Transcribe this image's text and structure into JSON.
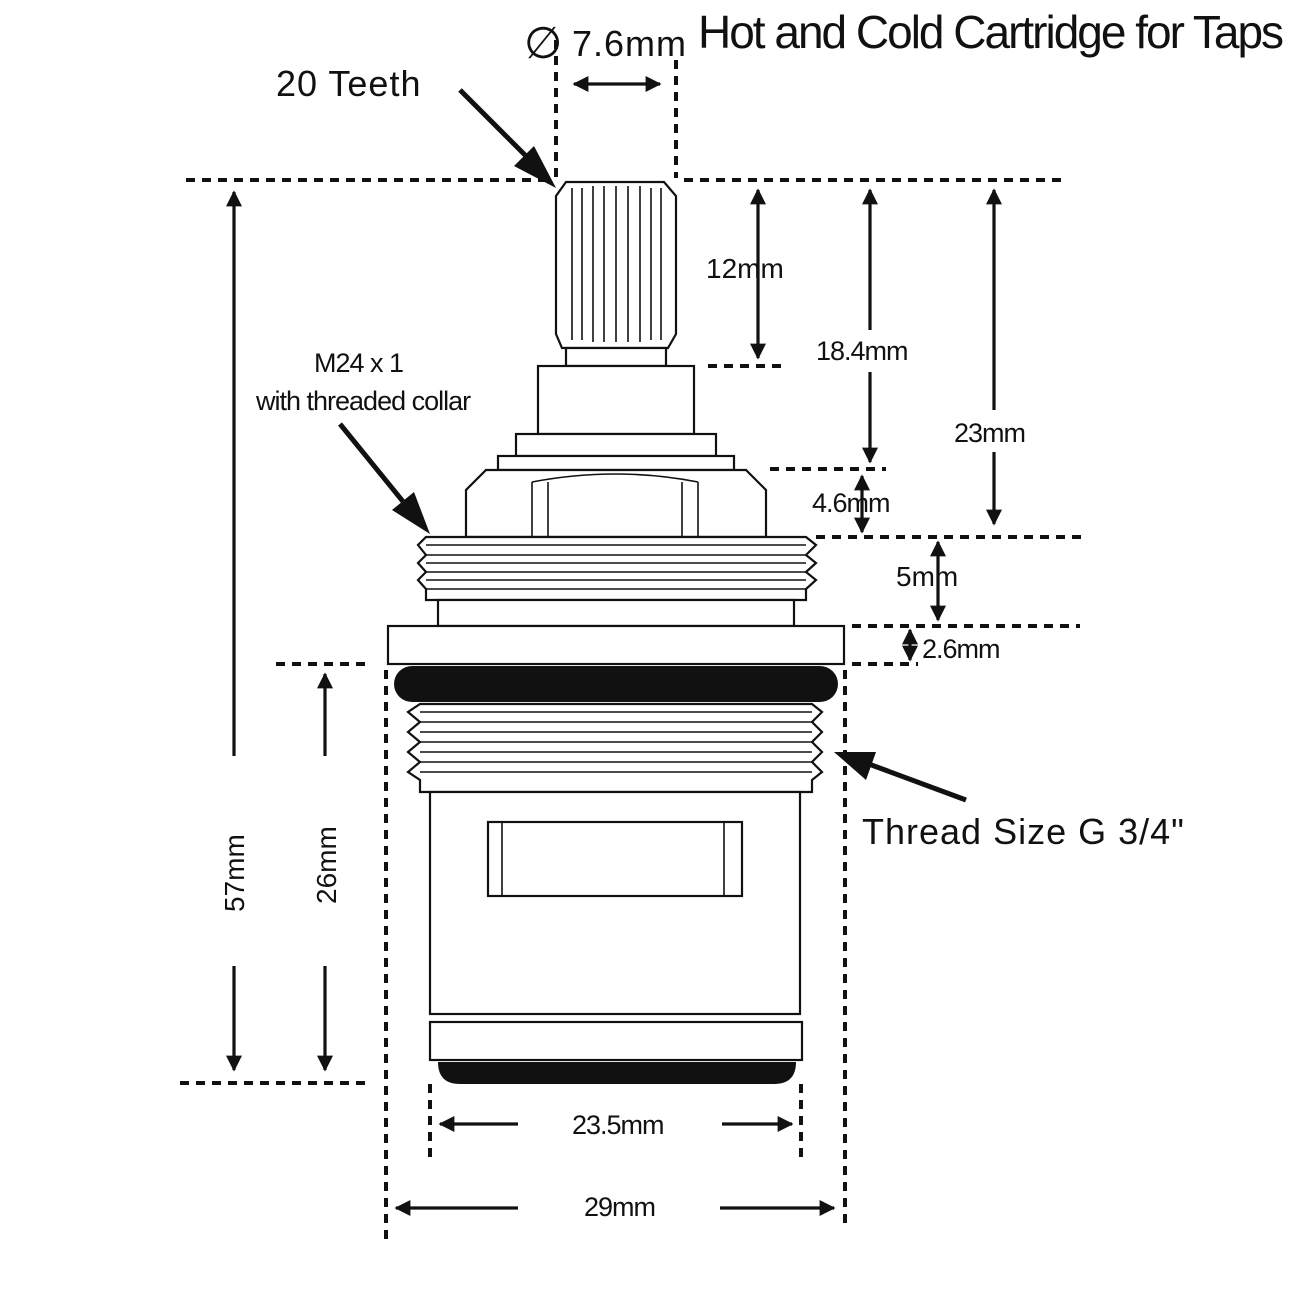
{
  "title": "Hot and Cold Cartridge for Taps",
  "labels": {
    "diameter_symbol": "∅",
    "diameter": "7.6mm",
    "teeth": "20 Teeth",
    "collar_line1": "M24 x 1",
    "collar_line2": "with threaded collar",
    "thread_size": "Thread Size G 3/4\""
  },
  "dimensions": {
    "spline_height": "12mm",
    "top_to_nut": "18.4mm",
    "top_to_collar": "23mm",
    "nut_height": "4.6mm",
    "collar_height": "5mm",
    "flange_height": "2.6mm",
    "total_height": "57mm",
    "lower_height": "26mm",
    "base_width": "23.5mm",
    "body_width": "29mm"
  },
  "colors": {
    "line": "#111111",
    "background": "#ffffff"
  }
}
